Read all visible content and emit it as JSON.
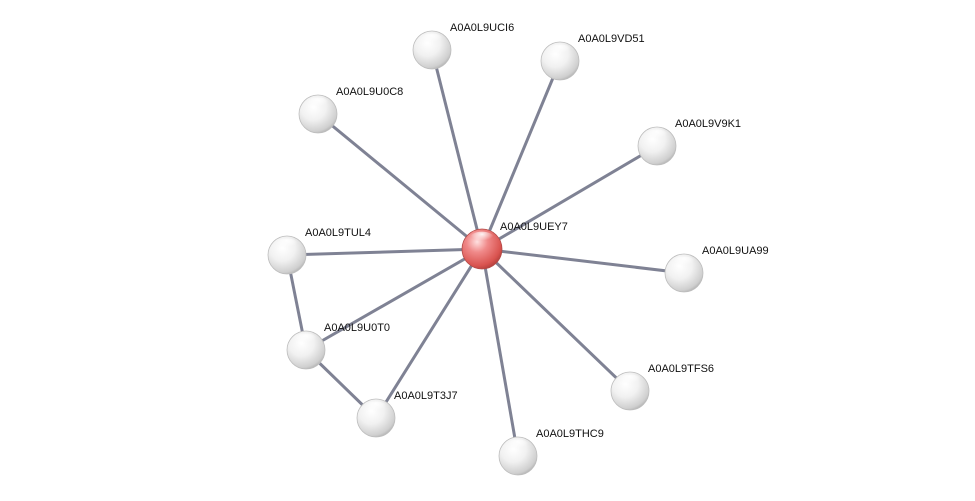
{
  "network": {
    "center": "A0A0L9UEY7",
    "nodes": [
      {
        "id": "A0A0L9UEY7",
        "label": "A0A0L9UEY7",
        "role": "query"
      },
      {
        "id": "A0A0L9UCI6",
        "label": "A0A0L9UCI6"
      },
      {
        "id": "A0A0L9VD51",
        "label": "A0A0L9VD51"
      },
      {
        "id": "A0A0L9U0C8",
        "label": "A0A0L9U0C8"
      },
      {
        "id": "A0A0L9V9K1",
        "label": "A0A0L9V9K1"
      },
      {
        "id": "A0A0L9TUL4",
        "label": "A0A0L9TUL4"
      },
      {
        "id": "A0A0L9UA99",
        "label": "A0A0L9UA99"
      },
      {
        "id": "A0A0L9U0T0",
        "label": "A0A0L9U0T0"
      },
      {
        "id": "A0A0L9TFS6",
        "label": "A0A0L9TFS6"
      },
      {
        "id": "A0A0L9T3J7",
        "label": "A0A0L9T3J7"
      },
      {
        "id": "A0A0L9THC9",
        "label": "A0A0L9THC9"
      }
    ],
    "edges": [
      [
        "A0A0L9UEY7",
        "A0A0L9UCI6"
      ],
      [
        "A0A0L9UEY7",
        "A0A0L9VD51"
      ],
      [
        "A0A0L9UEY7",
        "A0A0L9U0C8"
      ],
      [
        "A0A0L9UEY7",
        "A0A0L9V9K1"
      ],
      [
        "A0A0L9UEY7",
        "A0A0L9TUL4"
      ],
      [
        "A0A0L9UEY7",
        "A0A0L9UA99"
      ],
      [
        "A0A0L9UEY7",
        "A0A0L9U0T0"
      ],
      [
        "A0A0L9UEY7",
        "A0A0L9TFS6"
      ],
      [
        "A0A0L9UEY7",
        "A0A0L9T3J7"
      ],
      [
        "A0A0L9UEY7",
        "A0A0L9THC9"
      ],
      [
        "A0A0L9TUL4",
        "A0A0L9U0T0"
      ],
      [
        "A0A0L9U0T0",
        "A0A0L9T3J7"
      ]
    ],
    "colors": {
      "query_node": "#d9534f",
      "node": "#e6e6e6",
      "edge": "#7f8294"
    }
  }
}
